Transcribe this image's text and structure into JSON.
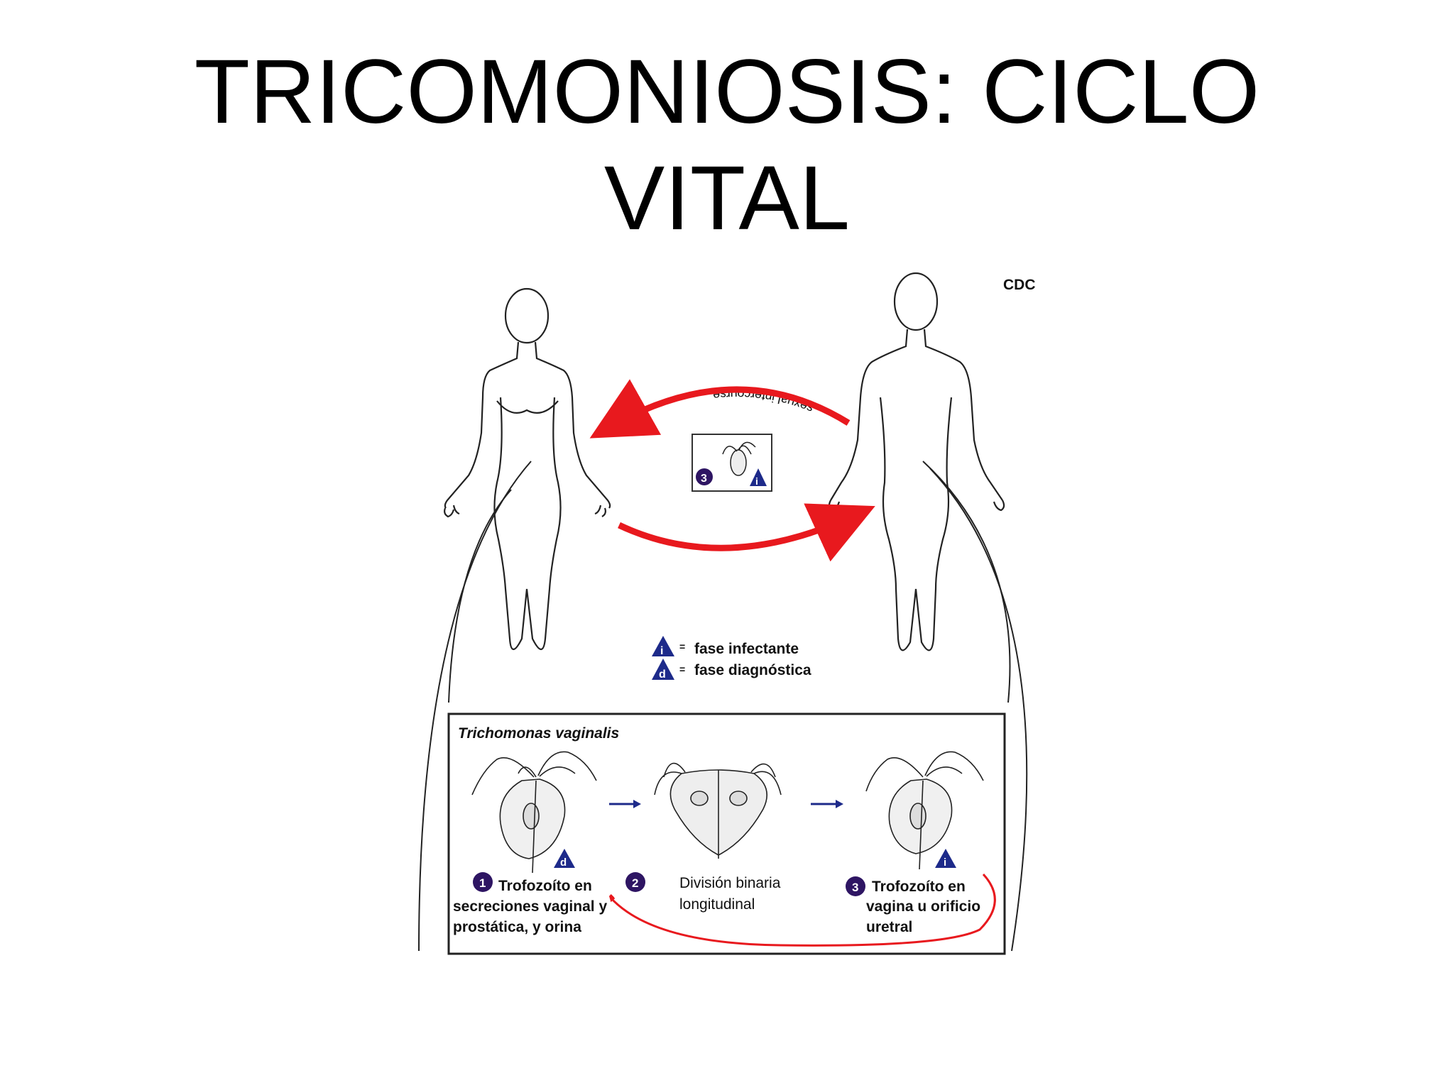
{
  "slide": {
    "title_line1": "TRICOMONIOSIS: CICLO",
    "title_line2": "VITAL"
  },
  "diagram": {
    "source": "CDC",
    "arrow_label": "sexual intercourse",
    "legend": {
      "infective_symbol": "i",
      "infective_text": "fase infectante",
      "diagnostic_symbol": "d",
      "diagnostic_text": "fase diagnóstica",
      "equals": "="
    },
    "box": {
      "organism": "Trichomonas vaginalis",
      "stages": [
        {
          "number": "1",
          "line1": "Trofozoíto en",
          "line2": "secreciones vaginal y",
          "line3": "prostática, y orina"
        },
        {
          "number": "2",
          "line1": "División binaria",
          "line2": "longitudinal"
        },
        {
          "number": "3",
          "line1": "Trofozoíto en",
          "line2": "vagina u orificio",
          "line3": "uretral"
        }
      ]
    },
    "inset_number": "3",
    "colors": {
      "arrow_red": "#e8191e",
      "badge_purple": "#2e1563",
      "triangle_blue": "#1d2a8a",
      "blue_arrow": "#1d2a8a"
    }
  }
}
